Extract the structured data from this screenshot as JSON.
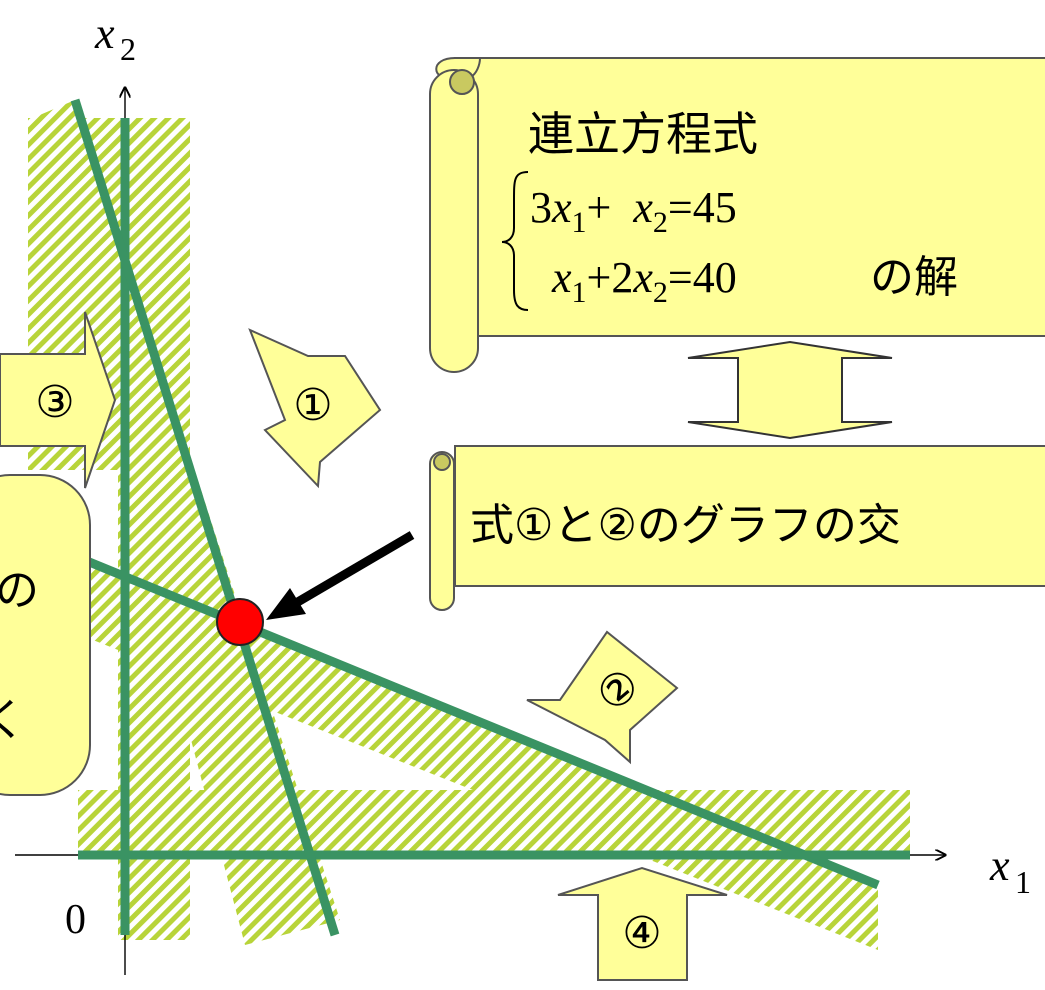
{
  "colors": {
    "line": "#3a9363",
    "hatch": "#b8d439",
    "callout_fill": "#ffff99",
    "callout_stroke": "#555555",
    "point": "#ff0000",
    "pointer": "#000000"
  },
  "axes": {
    "x_var": "x",
    "x_sub": "1",
    "y_var": "x",
    "y_sub": "2",
    "origin": "0"
  },
  "constraints": [
    {
      "label": "①"
    },
    {
      "label": "②"
    },
    {
      "label": "③"
    },
    {
      "label": "④"
    }
  ],
  "scroll_top": {
    "title": "連立方程式",
    "eq1": {
      "c": "3",
      "v1": "x",
      "s1": "1",
      "op": "+",
      "v2": "x",
      "s2": "2",
      "rhs": "=45"
    },
    "eq2": {
      "v1": "x",
      "s1": "1",
      "op": "+2",
      "v2": "x",
      "s2": "2",
      "rhs": "=40"
    },
    "suffix": "の解"
  },
  "scroll_bottom": {
    "text": "式①と②のグラフの交"
  },
  "left_box": {
    "line1": "の",
    "line2": "く"
  }
}
